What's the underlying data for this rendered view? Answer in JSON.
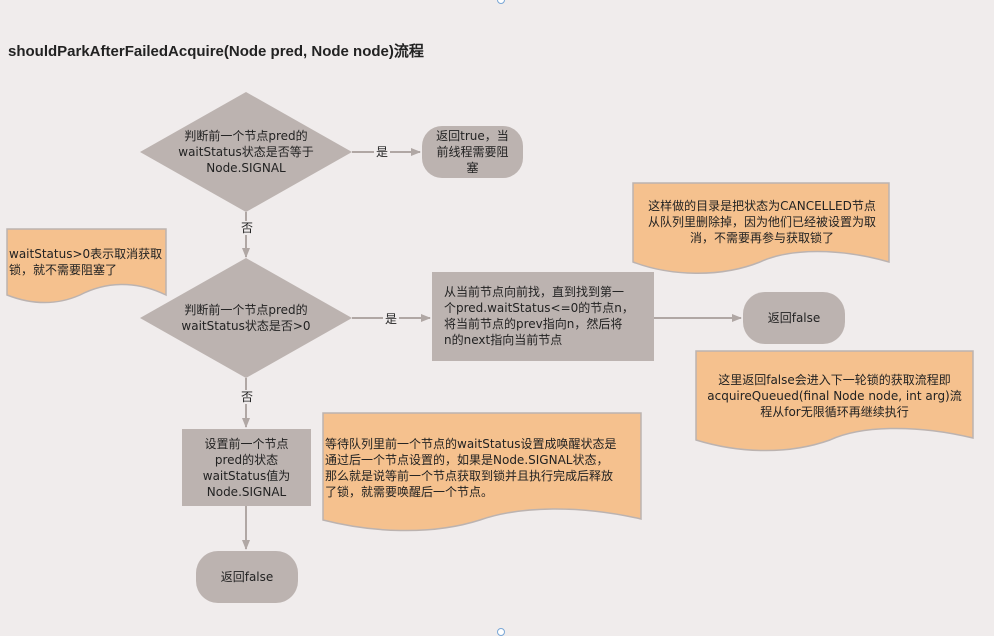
{
  "title": "shouldParkAfterFailedAcquire(Node pred, Node node)流程",
  "nodes": {
    "decision1": "判断前一个节点pred的\nwaitStatus状态是否等于\nNode.SIGNAL",
    "return_true": "返回true，当\n前线程需要阻\n塞",
    "decision2": "判断前一个节点pred的\nwaitStatus状态是否>0",
    "find_prev": "从当前节点向前找，直到找到第一\n个pred.waitStatus<=0的节点n，\n将当前节点的prev指向n，然后将\nn的next指向当前节点",
    "return_false_right": "返回false",
    "set_signal": "设置前一个节点\npred的状态\nwaitStatus值为\nNode.SIGNAL",
    "return_false_bottom": "返回false"
  },
  "notes": {
    "cancelled": "这样做的目录是把状态为CANCELLED节点\n从队列里删除掉，因为他们已经被设置为取\n消，不需要再参与获取锁了",
    "status_gt0": "waitStatus>0表示取消获取\n锁，就不需要阻塞了",
    "loop": "这里返回false会进入下一轮锁的获取流程即\nacquireQueued(final Node node, int arg)流\n程从for无限循环再继续执行",
    "signal_explain": "等待队列里前一个节点的waitStatus设置成唤醒状态是\n通过后一个节点设置的，如果是Node.SIGNAL状态，\n那么就是说等前一个节点获取到锁并且执行完成后释放\n了锁，就需要唤醒后一个节点。"
  },
  "edges": {
    "yes1": "是",
    "no1": "否",
    "yes2": "是",
    "no2": "否"
  },
  "colors": {
    "shape": "#bcb3b0",
    "note": "#f5c18e",
    "line": "#b0a7a4"
  }
}
